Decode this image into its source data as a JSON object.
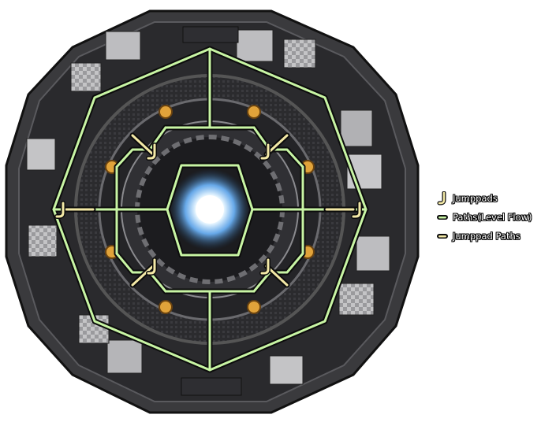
{
  "legend": {
    "items": [
      {
        "key": "jumppads",
        "label": "Jumppads",
        "symbol": "jumppad-icon",
        "color": "#f3e9a6"
      },
      {
        "key": "paths",
        "label": "Paths(Level Flow)",
        "symbol": "green-path-line",
        "color": "#c8f5a4"
      },
      {
        "key": "jumppad_paths",
        "label": "Jumppad Paths",
        "symbol": "yellow-path-line",
        "color": "#f3e9a6"
      }
    ]
  },
  "colors": {
    "path_fill": "#c8f5a4",
    "jumppad_fill": "#f3e9a6",
    "outline": "#0c0c0c",
    "core_glow": "#dff2ff",
    "structure_dark": "#1e1e20",
    "structure_mid": "#4a4a4e",
    "panel_light": "#b9b9bc"
  }
}
